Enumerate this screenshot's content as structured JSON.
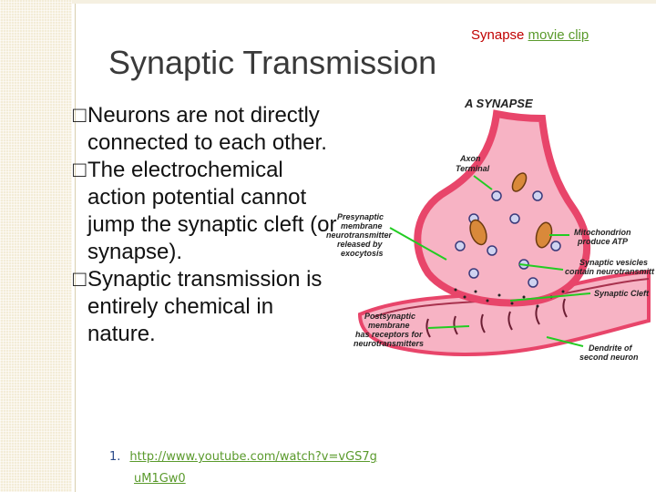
{
  "header": {
    "movie_word": "Synapse",
    "movie_link": "movie clip"
  },
  "title": "Synaptic Transmission",
  "bullets": [
    {
      "marker": "□",
      "text": "Neurons are not directly connected to each other."
    },
    {
      "marker": "□",
      "text": "The electrochemical action potential cannot jump the synaptic cleft (or synapse)."
    },
    {
      "marker": "□",
      "text": "Synaptic transmission is entirely chemical in nature."
    }
  ],
  "footnote": {
    "number": "1.",
    "url_line1": "http://www.youtube.com/watch?v=vGS7g",
    "url_line2": "uM1Gw0"
  },
  "diagram": {
    "heading": "A SYNAPSE",
    "labels": {
      "axon1": "Axon",
      "axon2": "Terminal",
      "pre1": "Presynaptic",
      "pre2": "membrane",
      "pre3": "neurotransmitter",
      "pre4": "released by",
      "pre5": "exocytosis",
      "mito1": "Mitochondrion",
      "mito2": "produce ATP",
      "ves1": "Synaptic vesicles",
      "ves2": "contain neurotransmitt",
      "cleft": "Synaptic Cleft",
      "post1": "Postsynaptic",
      "post2": "membrane",
      "post3": "has receptors for",
      "post4": "neurotransmitters",
      "dend1": "Dendrite of",
      "dend2": "second neuron"
    },
    "colors": {
      "membrane": "#e8456a",
      "cytoplasm": "#f7b3c4",
      "pointer": "#22cc22"
    }
  }
}
